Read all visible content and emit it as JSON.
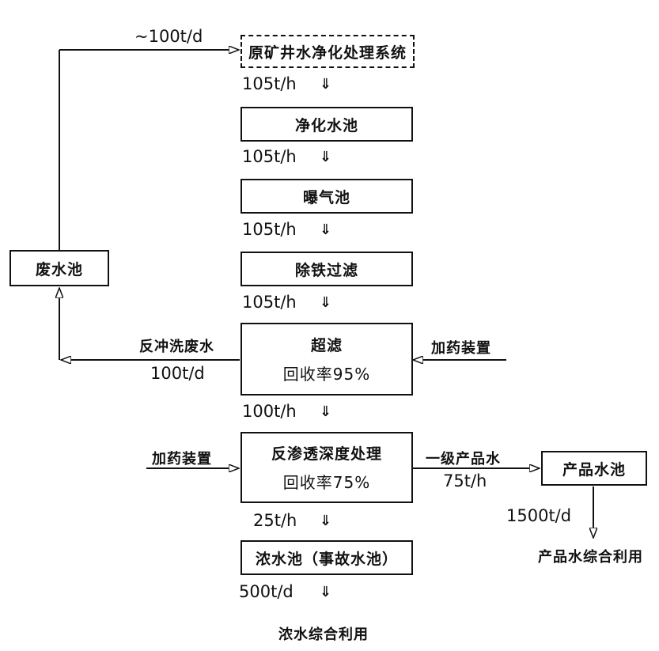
{
  "boxes": {
    "raw_system": "原矿井水净化处理系统",
    "purify_pool": "净化水池",
    "aeration_pool": "曝气池",
    "iron_filter": "除铁过滤",
    "ultrafilter": "超滤",
    "ultrafilter_rate": "回收率95%",
    "ro": "反渗透深度处理",
    "ro_rate": "回收率75%",
    "concentrate_pool": "浓水池（事故水池）",
    "waste_pool": "废水池",
    "product_pool": "产品水池"
  },
  "flows": {
    "return_flow": "~100t/d",
    "f1": "105t/h",
    "f2": "105t/h",
    "f3": "105t/h",
    "f4": "105t/h",
    "backwash_label": "反冲洗废水",
    "backwash_flow": "100t/d",
    "f5": "100t/h",
    "f6": "25t/h",
    "f7": "500t/d",
    "product_label": "一级产品水",
    "product_flow": "75t/h",
    "product_daily": "1500t/d"
  },
  "inputs": {
    "dosing_uf": "加药装置",
    "dosing_ro": "加药装置"
  },
  "outputs": {
    "concentrate_use": "浓水综合利用",
    "product_use": "产品水综合利用"
  }
}
